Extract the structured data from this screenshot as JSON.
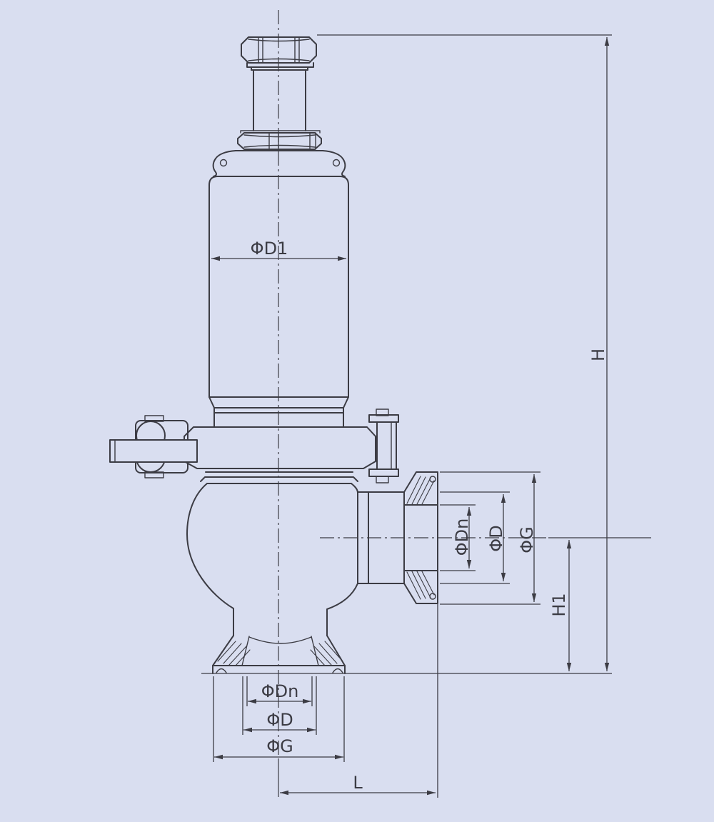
{
  "drawing": {
    "dimension_labels": {
      "actuator_diameter": "ΦD1",
      "overall_height": "H",
      "side_port_center_height": "H1",
      "center_to_face_length": "L",
      "side_port": {
        "bore": "ΦDn",
        "tube_od": "ΦD",
        "flange_od": "ΦG"
      },
      "bottom_port": {
        "bore": "ΦDn",
        "tube_od": "ΦD",
        "flange_od": "ΦG"
      }
    },
    "colors": {
      "background": "#d9def0",
      "line": "#3c3c44"
    }
  }
}
